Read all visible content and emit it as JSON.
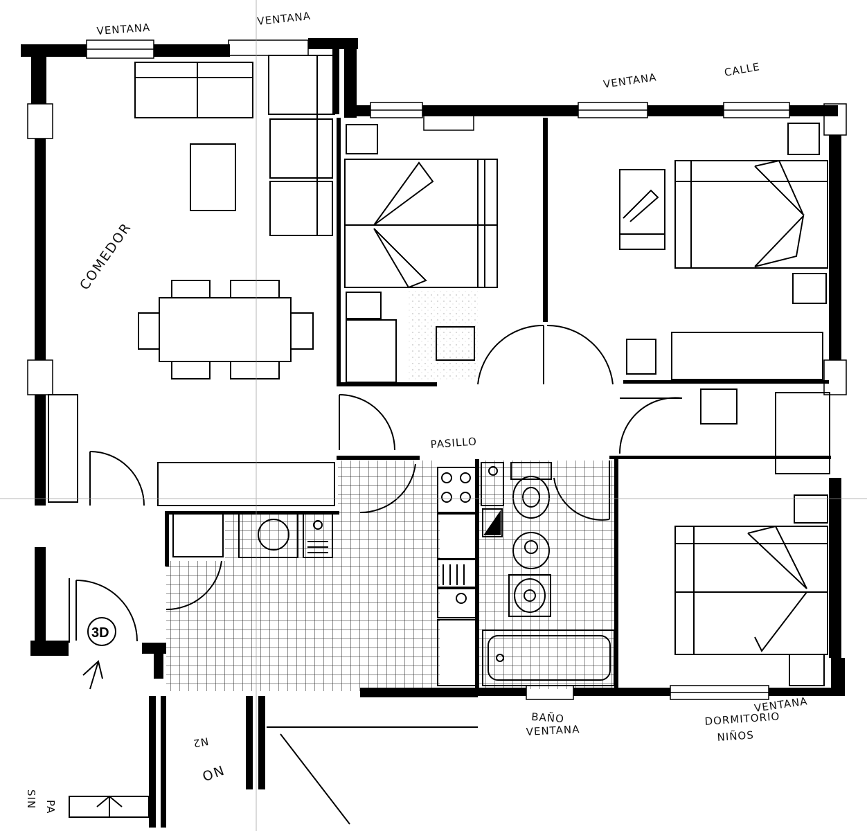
{
  "labels": {
    "ventana_top_left": "VENTANA",
    "ventana_top_mid": "VENTANA",
    "ventana_top_right": "VENTANA",
    "calle": "CALLE",
    "comedor": "COMEDOR",
    "pasillo": "PASILLO",
    "bano": "BAÑO",
    "bano_ventana": "VENTANA",
    "dormitorio": "DORMITORIO",
    "ninos": "NIÑOS",
    "ventana_bottom_right": "VENTANA",
    "unit_id": "3D",
    "corridor_n2": "N2",
    "corridor_no": "NO",
    "side_left": "SIN",
    "side_left_2": "PA"
  },
  "colors": {
    "ink": "#111111",
    "wall": "#000000",
    "paper": "#ffffff",
    "tile": "#222222"
  }
}
